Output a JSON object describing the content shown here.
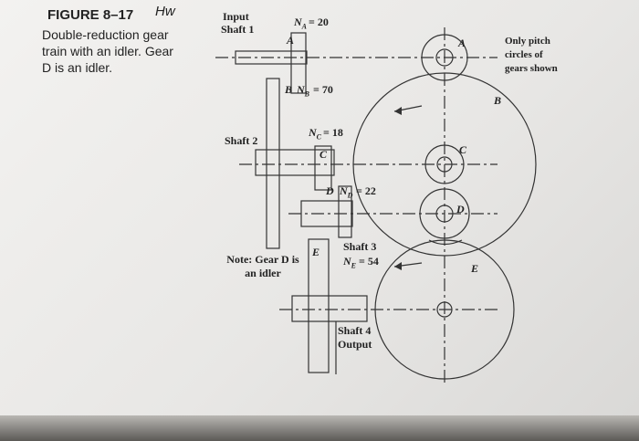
{
  "caption": {
    "title": "FIGURE 8–17",
    "handwritten_note": "Hw",
    "line1": "Double-reduction gear",
    "line2": "train with an idler. Gear",
    "line3": "D is an idler."
  },
  "labels": {
    "input_shaft_1": "Input",
    "input_shaft_2": "Shaft 1",
    "na": "N",
    "na_sub": "A",
    "na_val": "= 20",
    "gear_a": "A",
    "gear_b": "B",
    "nb": "N",
    "nb_sub": "B",
    "nb_val": "= 70",
    "shaft_2": "Shaft 2",
    "nc": "N",
    "nc_sub": "C",
    "nc_val": "= 18",
    "gear_c": "C",
    "gear_d": "D",
    "nd": "N",
    "nd_sub": "D",
    "nd_val": "= 22",
    "gear_e": "E",
    "shaft_3": "Shaft 3",
    "ne": "N",
    "ne_sub": "E",
    "ne_val": "= 54",
    "note_line1": "Note: Gear D is",
    "note_line2": "an idler",
    "shaft_4": "Shaft 4",
    "output": "Output",
    "pitch_line1": "Only pitch",
    "pitch_line2": "circles of",
    "pitch_line3": "gears shown",
    "circle_a": "A",
    "circle_b": "B",
    "circle_c": "C",
    "circle_d": "D",
    "circle_e": "E"
  }
}
